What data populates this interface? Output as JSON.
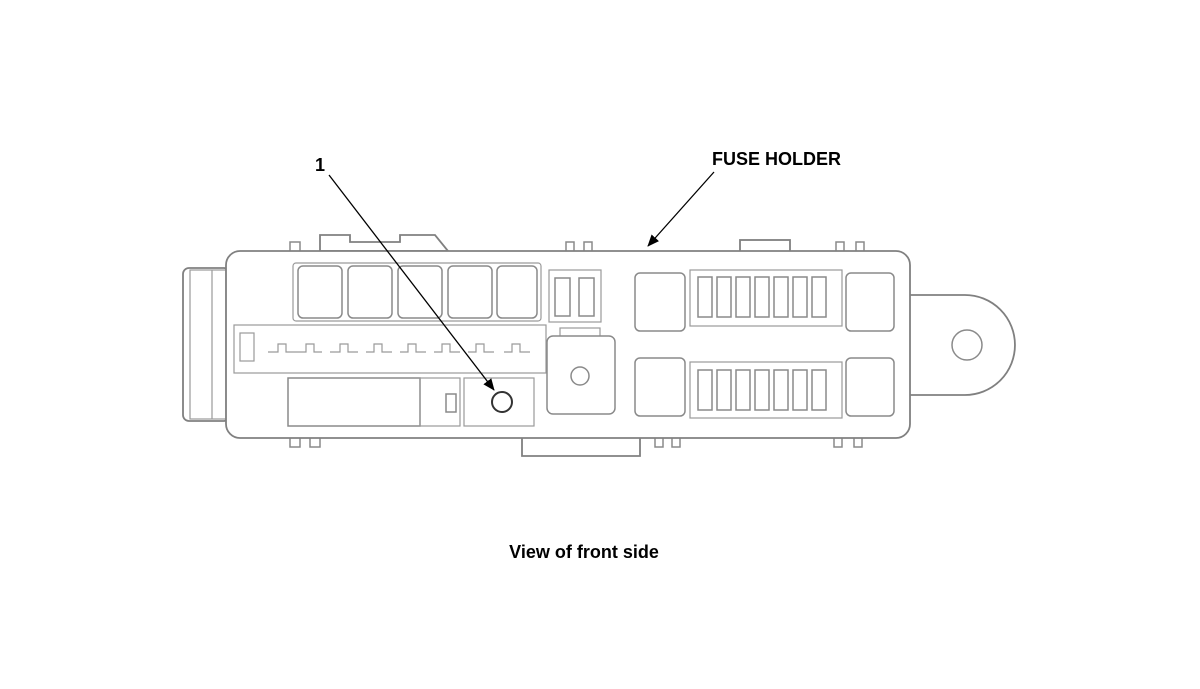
{
  "callouts": {
    "item_1": "1",
    "fuse_holder": "FUSE HOLDER"
  },
  "caption": "View of front side",
  "colors": {
    "outline": "#808080",
    "leader": "#000000",
    "background": "#ffffff"
  }
}
